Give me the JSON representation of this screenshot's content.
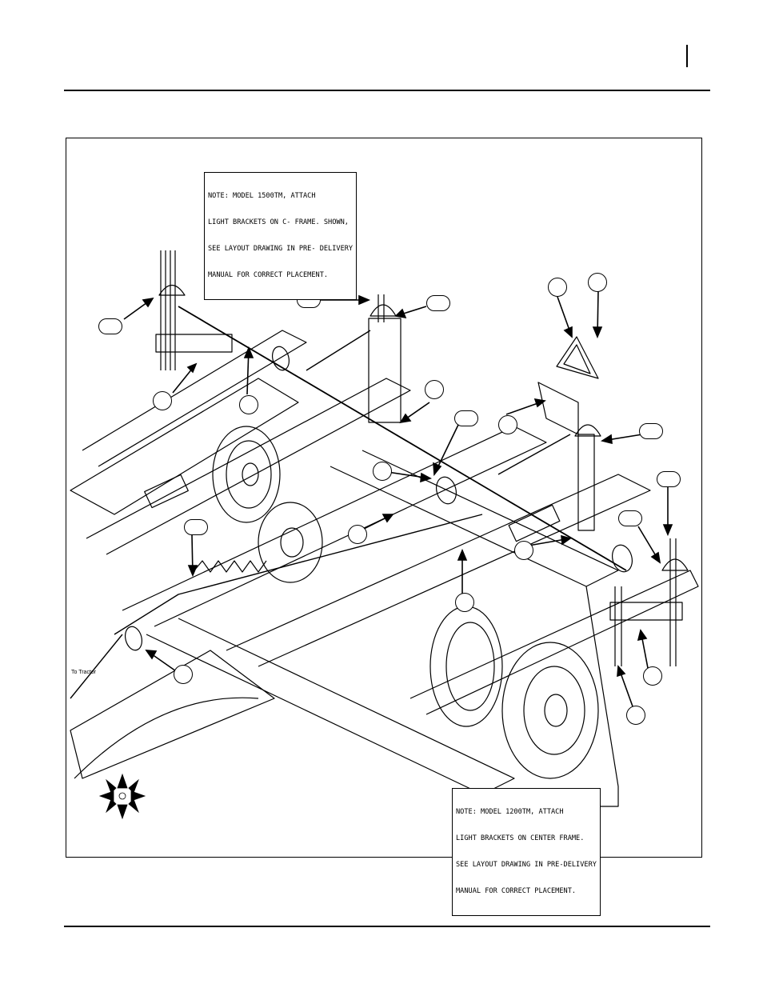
{
  "header": {
    "page_tab_mark": ""
  },
  "figure": {
    "note_top": {
      "lines": [
        "NOTE: MODEL 1500TM, ATTACH",
        "LIGHT BRACKETS ON C- FRAME. SHOWN,",
        "SEE LAYOUT DRAWING IN PRE- DELIVERY",
        "MANUAL FOR CORRECT PLACEMENT."
      ]
    },
    "note_bottom": {
      "lines": [
        "NOTE: MODEL 1200TM, ATTACH",
        "LIGHT BRACKETS ON CENTER FRAME.",
        "SEE LAYOUT DRAWING IN PRE-DELIVERY",
        "MANUAL FOR CORRECT PLACEMENT."
      ]
    },
    "tractor_label": "To Tractor"
  },
  "style": {
    "ink": "#000000",
    "paper": "#ffffff"
  }
}
